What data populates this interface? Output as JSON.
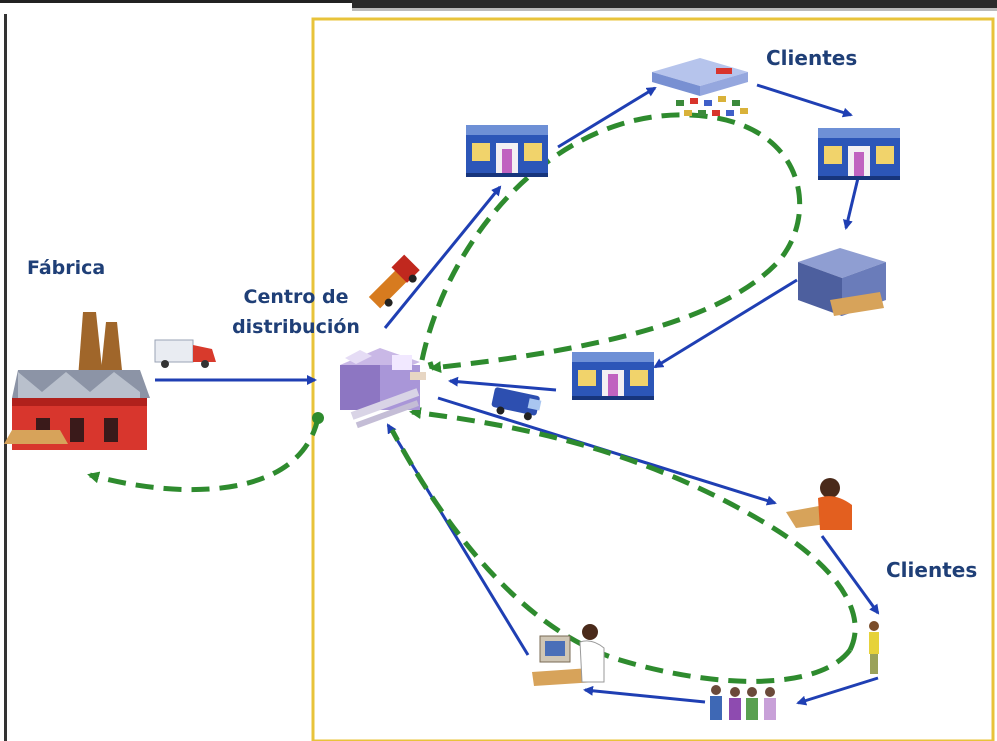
{
  "labels": {
    "factory": "Fábrica",
    "distribution_center_line1": "Centro de",
    "distribution_center_line2": "distribución",
    "clients_top": "Clientes",
    "clients_bottom": "Clientes"
  },
  "colors": {
    "flow_arrow": "#1f3fb3",
    "return_dashed": "#2e8b2e",
    "frame": "#e8c33a",
    "label_text": "#1f3f77"
  },
  "icons": [
    "factory-icon",
    "truck-icon",
    "distribution-center-icon",
    "tow-truck-icon",
    "store-icon",
    "warehouse-server-icon",
    "stacked-pallet-icon",
    "van-icon",
    "customer-phone-icon",
    "standing-person-icon",
    "people-group-icon",
    "computer-user-icon"
  ]
}
